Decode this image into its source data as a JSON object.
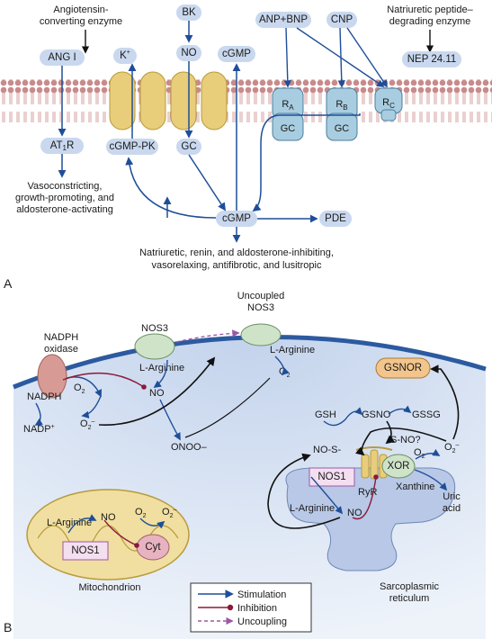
{
  "panel_labels": {
    "a": "A",
    "b": "B"
  },
  "panel_a": {
    "enzyme_ace": [
      "Angiotensin-",
      "converting enzyme"
    ],
    "ang1": "ANG I",
    "bk": "BK",
    "no": "NO",
    "k": "K+",
    "cgmp_top": "cGMP",
    "anp_bnp": "ANP+BNP",
    "cnp": "CNP",
    "npde": [
      "Natriuretic peptide–",
      "degrading enzyme"
    ],
    "nep": "NEP 24.11",
    "receptors": {
      "ra": "RA",
      "rb": "RB",
      "rc": "RC",
      "gc": "GC"
    },
    "at1r": "AT1R",
    "cgmp_pk": "cGMP-PK",
    "gc": "GC",
    "cgmp_mid": "cGMP",
    "pde": "PDE",
    "left_effects": [
      "Vasoconstricting,",
      "growth-promoting, and",
      "aldosterone-activating"
    ],
    "bottom_effects": [
      "Natriuretic, renin, and aldosterone-inhibiting,",
      "vasorelaxing, antifibrotic, and lusitropic"
    ]
  },
  "panel_b": {
    "uncoupled": [
      "Uncoupled",
      "NOS3"
    ],
    "nos3": "NOS3",
    "nadph_oxidase": [
      "NADPH",
      "oxidase"
    ],
    "nadph": "NADPH",
    "nadp": "NADP+",
    "o2": "O2",
    "o2_minus": "O2–",
    "l_arginine": "L-Arginine",
    "no": "NO",
    "onoo": "ONOO–",
    "gsnor": "GSNOR",
    "gsh": "GSH",
    "gsno": "GSNO",
    "gssg": "GSSG",
    "no_s": "NO-S-",
    "s_no": "S-NO?",
    "nos1": "NOS1",
    "xor": "XOR",
    "ryr": "RyR",
    "xanthine": "Xanthine",
    "uric_acid": [
      "Uric",
      "acid"
    ],
    "cyt": "Cyt",
    "mitochondrion": "Mitochondrion",
    "sr": [
      "Sarcoplasmic",
      "reticulum"
    ]
  },
  "legend": {
    "stimulation": "Stimulation",
    "inhibition": "Inhibition",
    "uncoupling": "Uncoupling"
  },
  "colors": {
    "stimulation": "#1f4e99",
    "inhibition": "#8b1a3a",
    "uncoupling": "#9b5aa8",
    "pill": "#c9d8ee",
    "membrane_head": "#c98a8a",
    "channel": "#e8cd7a",
    "receptor": "#a9cde0",
    "cell_fill": "#dde6f4",
    "cell_edge": "#2c5aa0",
    "mito": "#f0dfa0"
  }
}
